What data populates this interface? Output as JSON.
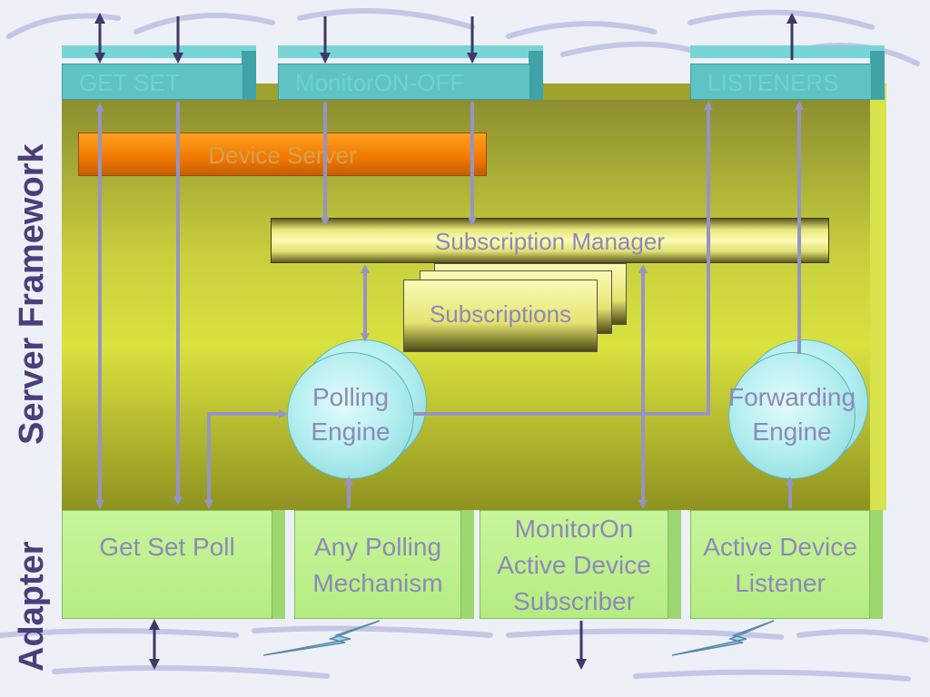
{
  "side_labels": {
    "framework": "Server Framework",
    "adapter": "Adapter"
  },
  "headers": {
    "get_set": "GET  SET",
    "monitor": "MonitorON-OFF",
    "listeners": "LISTENERS"
  },
  "device_server": "Device Server",
  "subscription_manager": "Subscription Manager",
  "subscriptions": "Subscriptions",
  "polling_engine": [
    "Polling",
    "Engine"
  ],
  "forwarding_engine": [
    "Forwarding",
    "Engine"
  ],
  "adapters": {
    "get_set_poll": [
      "Get Set Poll"
    ],
    "any_polling": [
      "Any Polling",
      "Mechanism"
    ],
    "monitor_on": [
      "MonitorOn",
      "Active Device",
      "Subscriber"
    ],
    "active_listener": [
      "Active Device",
      "Listener"
    ]
  },
  "colors": {
    "arrow": "#9694c4",
    "dark_arrow": "#3c3a66",
    "label_text": "#8e88b8",
    "side_label": "#4a3f7a",
    "header": "#5fc3c5",
    "device_server": "#f07800"
  }
}
